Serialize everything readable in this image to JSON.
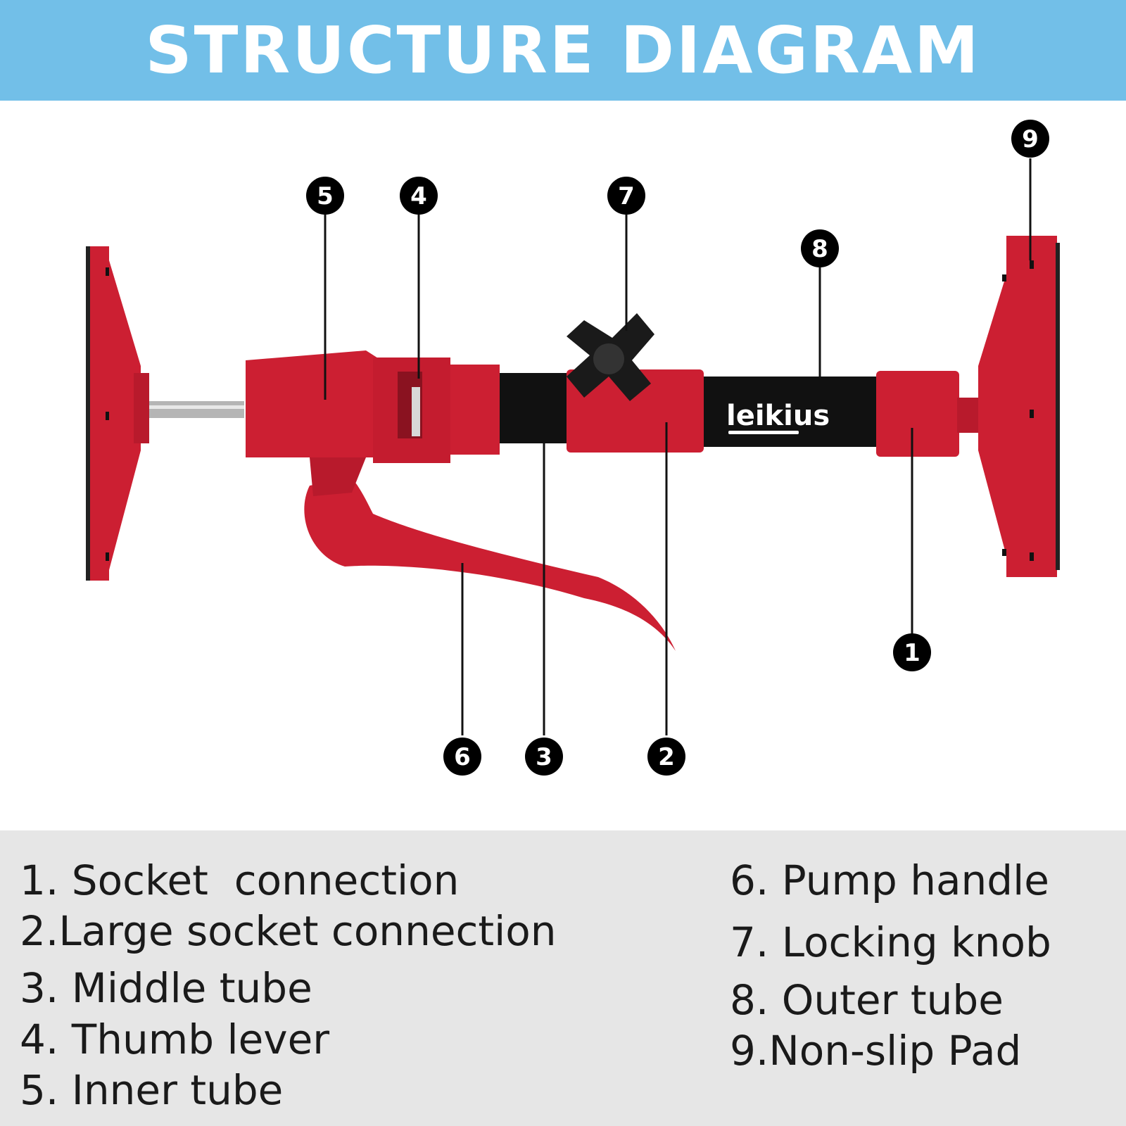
{
  "header": {
    "title": "STRUCTURE DIAGRAM"
  },
  "brand": {
    "name": "leikius"
  },
  "colors": {
    "header_bg": "#72bfe8",
    "part_red": "#cc1f32",
    "tube_black": "#111111",
    "legend_bg": "#e6e6e6"
  },
  "callouts": [
    {
      "number": "1"
    },
    {
      "number": "2"
    },
    {
      "number": "3"
    },
    {
      "number": "4"
    },
    {
      "number": "5"
    },
    {
      "number": "6"
    },
    {
      "number": "7"
    },
    {
      "number": "8"
    },
    {
      "number": "9"
    }
  ],
  "legend": {
    "left": [
      "1. Socket  connection",
      "2.Large socket connection",
      "3. Middle tube",
      "4. Thumb lever",
      "5. Inner tube"
    ],
    "right": [
      "6. Pump handle",
      "7. Locking knob",
      "8. Outer tube",
      "9.Non-slip Pad"
    ]
  }
}
